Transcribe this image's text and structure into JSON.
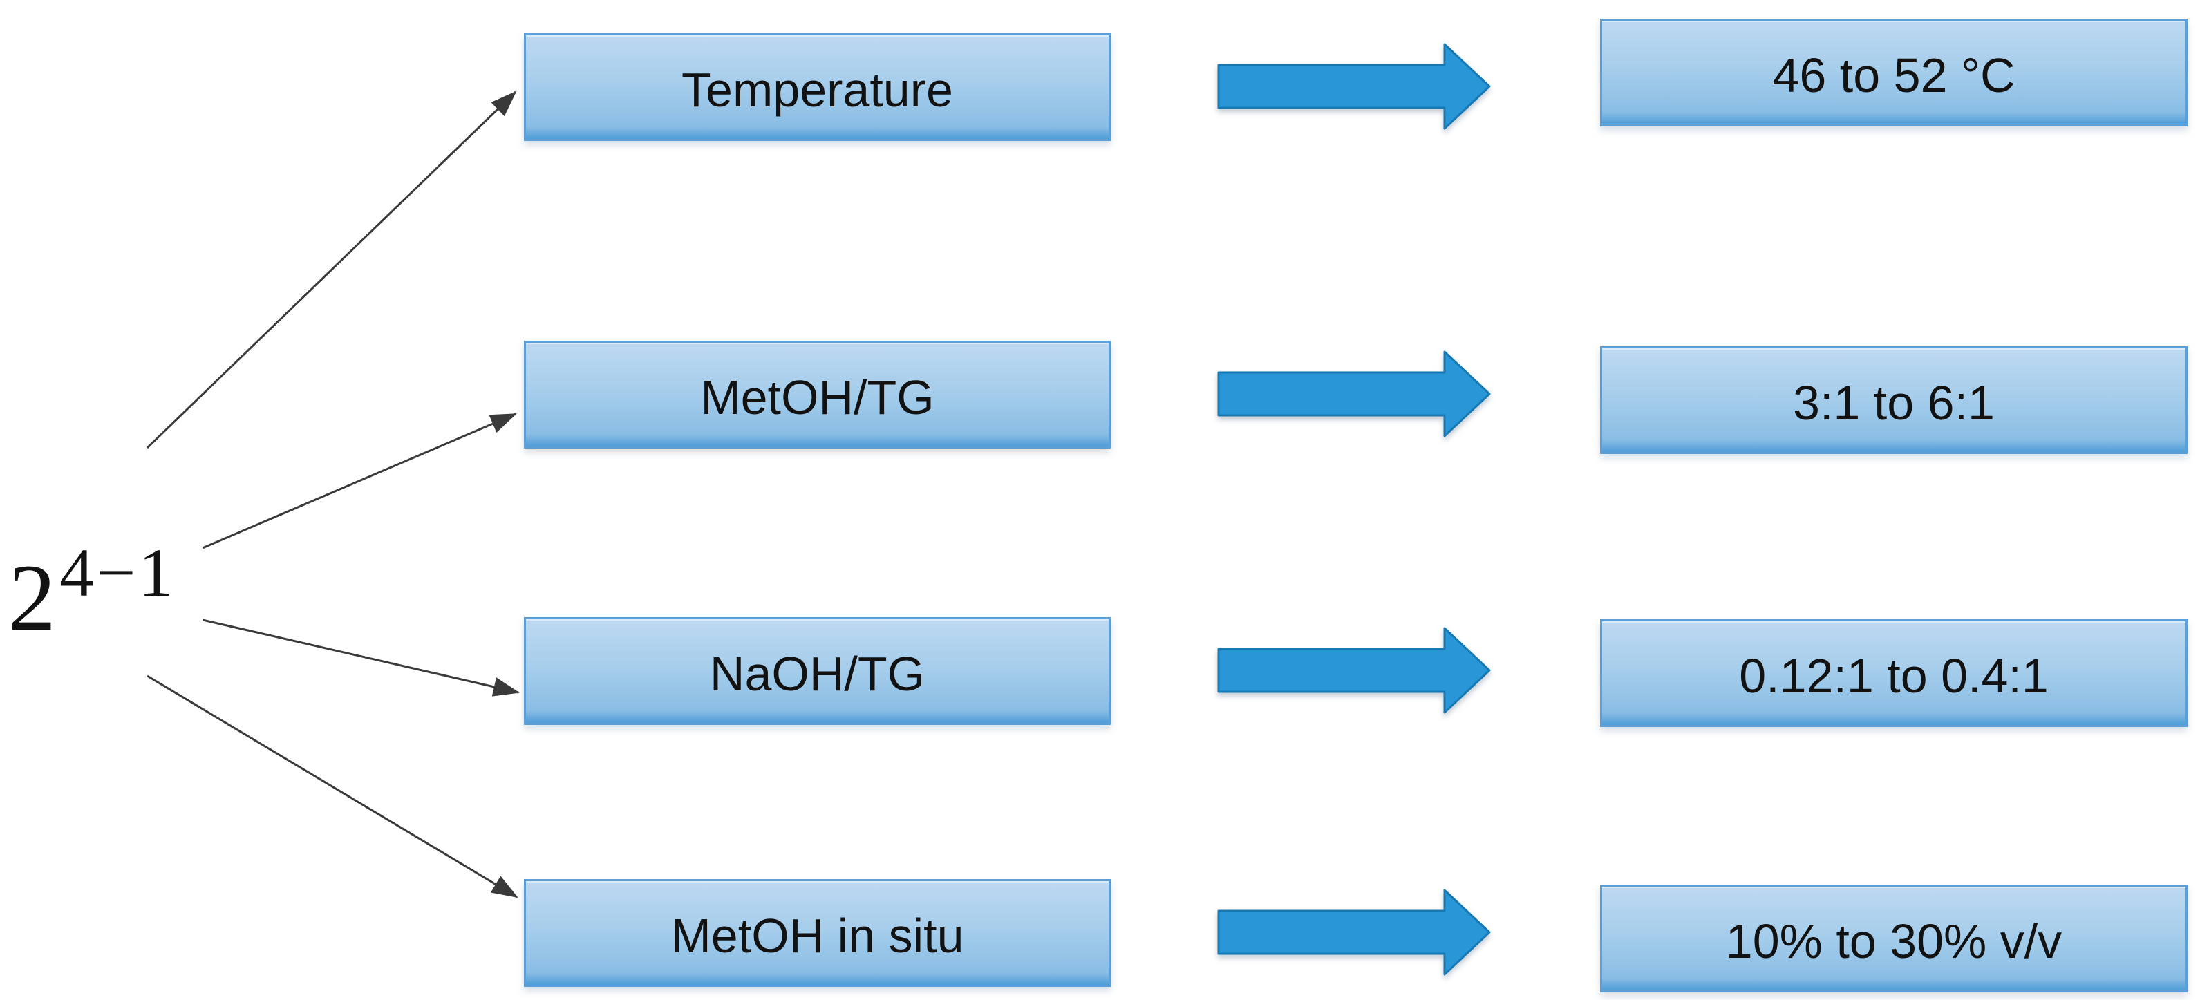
{
  "design_label": {
    "base": "2",
    "exponent": "4−1"
  },
  "factors": [
    {
      "name": "Temperature",
      "range": "46 to 52 °C"
    },
    {
      "name": "MetOH/TG",
      "range": "3:1 to 6:1"
    },
    {
      "name": "NaOH/TG",
      "range": "0.12:1 to 0.4:1"
    },
    {
      "name": "MetOH in situ",
      "range": "10% to 30% v/v"
    }
  ],
  "colors": {
    "background": "#ffffff",
    "text": "#121212",
    "connector": "#3a3a3a",
    "box_fill_top": "#bed9f1",
    "box_fill_mid": "#a5cdeb",
    "box_fill_low": "#8abde4",
    "box_bottom_strip": "#4f9dd8",
    "box_edge": "#5b9fd6",
    "fat_arrow_fill": "#2997d7",
    "fat_arrow_edge": "#1878b2"
  }
}
